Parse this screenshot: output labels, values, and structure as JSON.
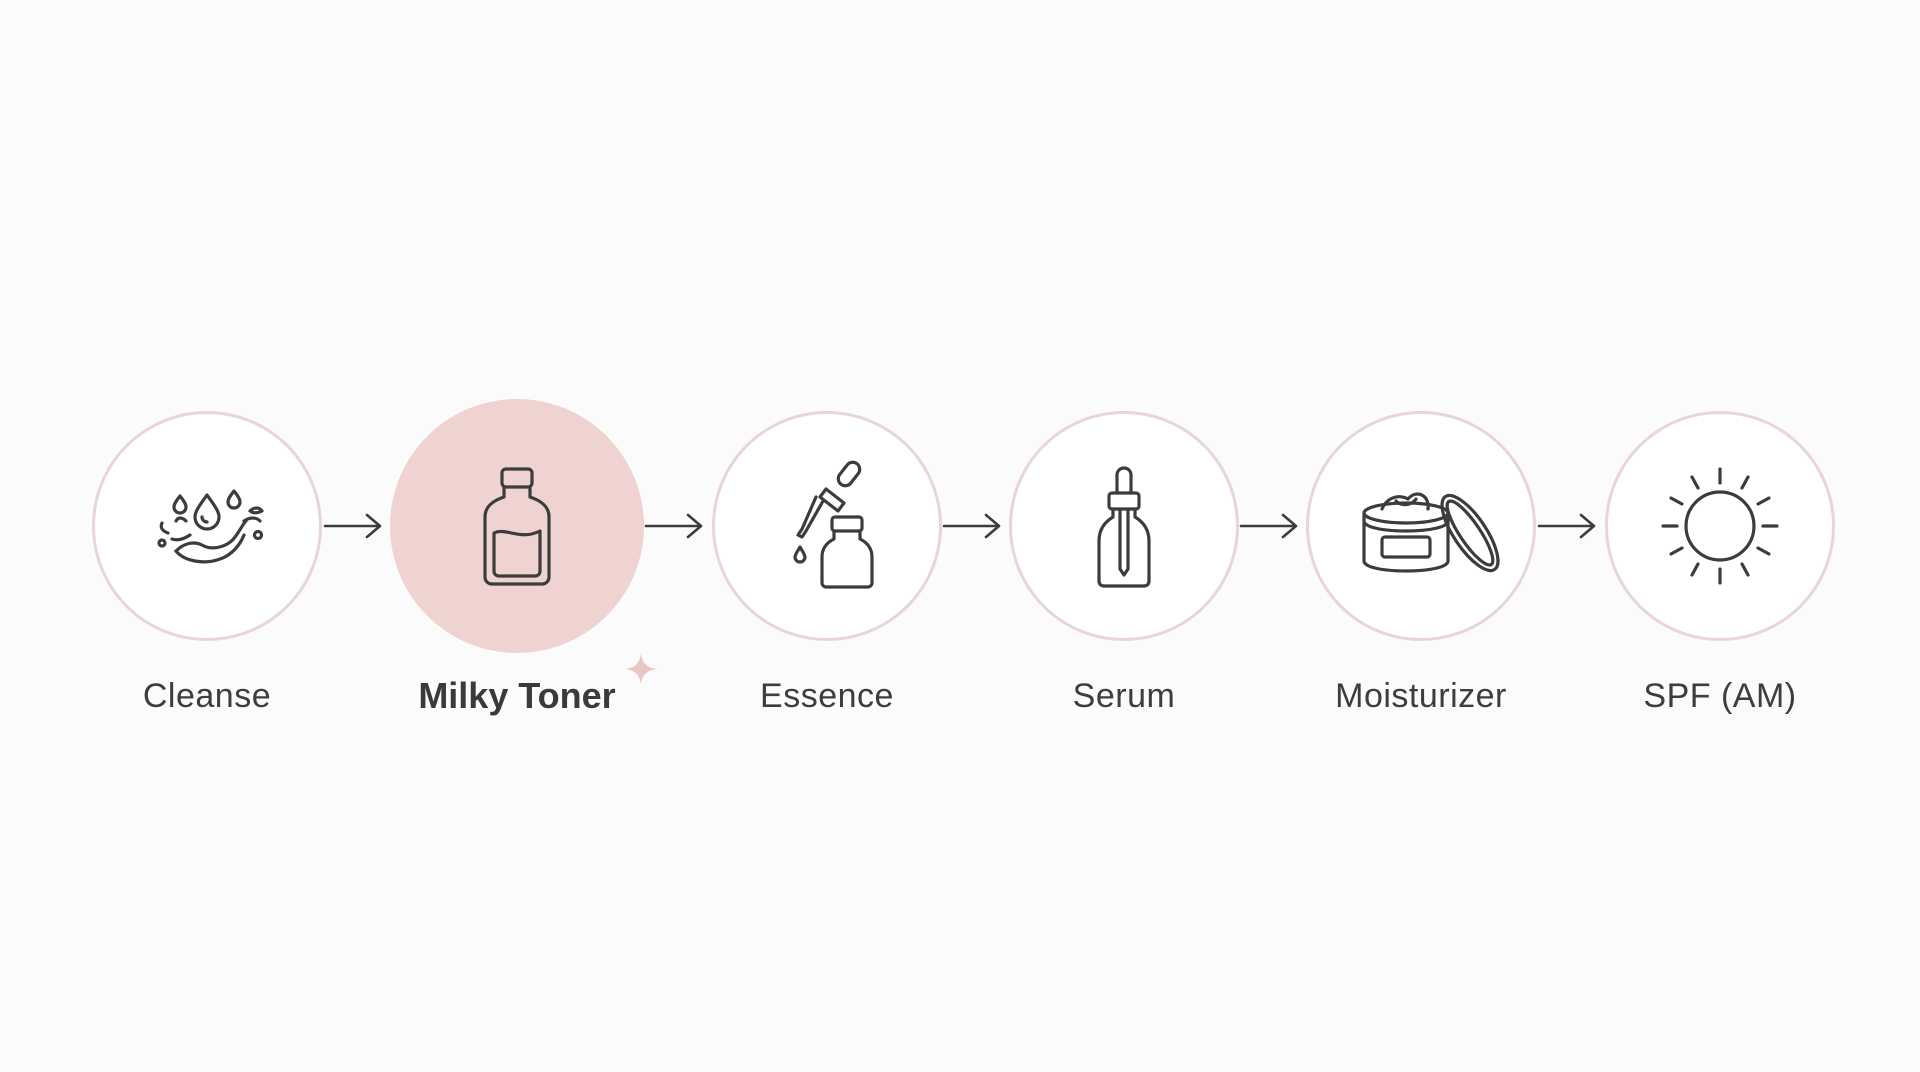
{
  "diagram": {
    "steps": [
      {
        "label": "Cleanse",
        "icon": "water-splash-icon",
        "active": false
      },
      {
        "label": "Milky Toner",
        "icon": "toner-bottle-icon",
        "active": true
      },
      {
        "label": "Essence",
        "icon": "dropper-bottle-icon",
        "active": false
      },
      {
        "label": "Serum",
        "icon": "serum-dropper-icon",
        "active": false
      },
      {
        "label": "Moisturizer",
        "icon": "cream-jar-icon",
        "active": false
      },
      {
        "label": "SPF (AM)",
        "icon": "sun-icon",
        "active": false
      }
    ],
    "connector_icon": "arrow-right-icon",
    "highlight_icon": "sparkle-icon"
  },
  "colors": {
    "background": "#fcfbfb",
    "circle_border": "#e8d6d4",
    "active_fill": "#efd3d1",
    "icon_stroke": "#3c3c3c",
    "sparkle": "#e7c6c4",
    "text": "#3d3d3d"
  }
}
